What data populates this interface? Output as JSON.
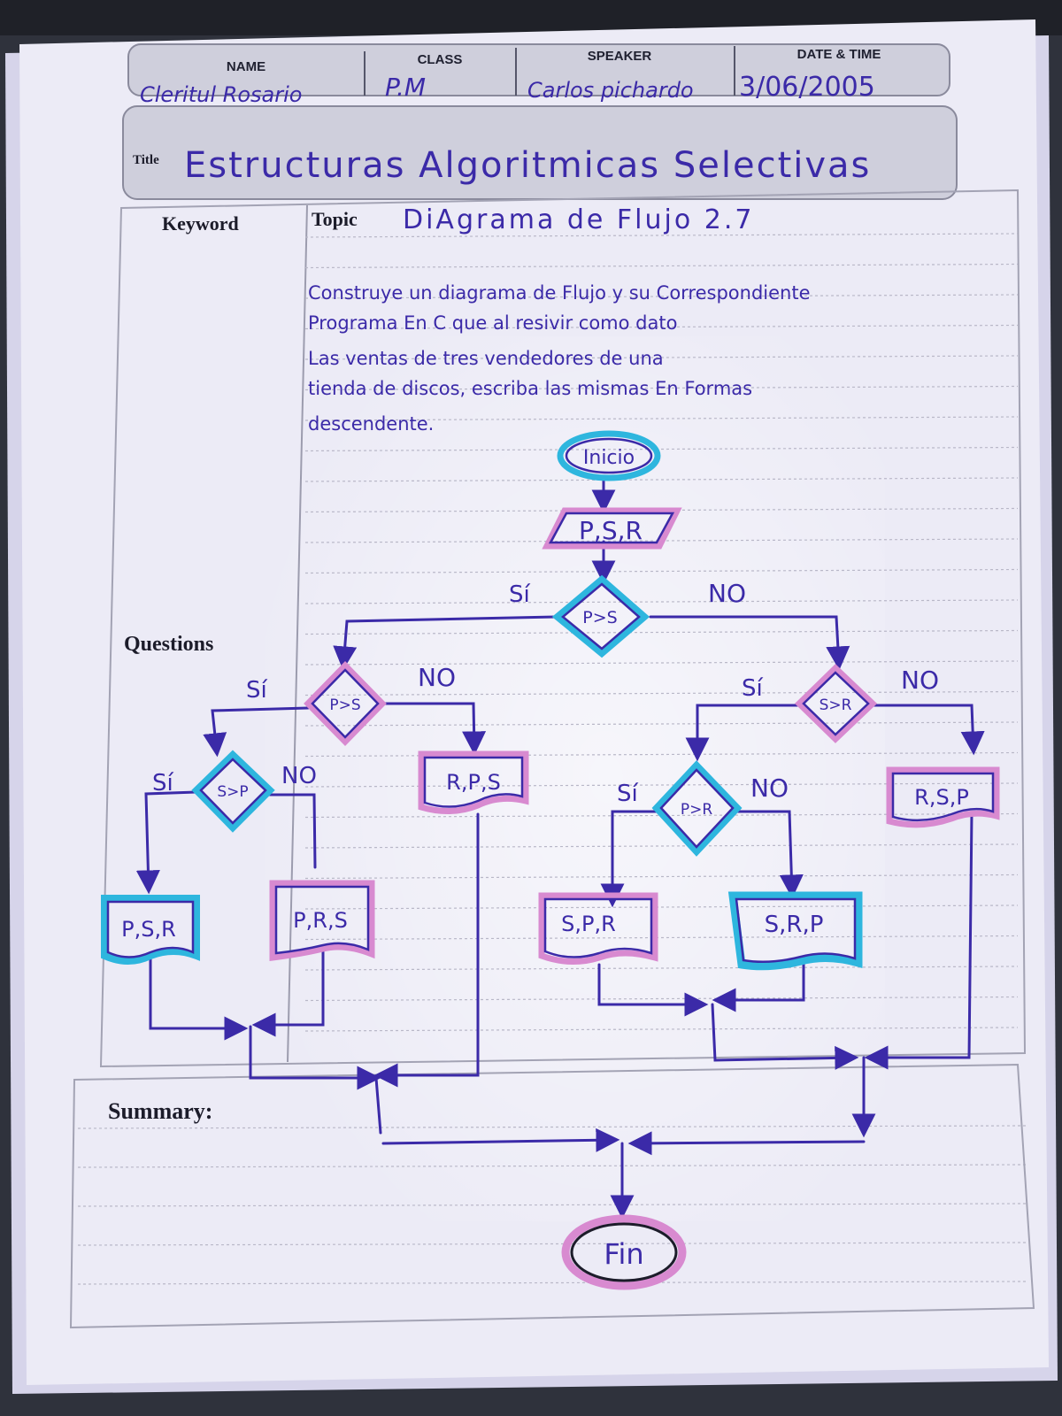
{
  "header": {
    "labels": {
      "name": "NAME",
      "class": "CLASS",
      "speaker": "SPEAKER",
      "date_time": "DATE & TIME"
    },
    "values": {
      "name": "Cleritul Rosario",
      "class": "P.M",
      "speaker": "Carlos pichardo",
      "date_time": "3/06/2005"
    }
  },
  "title_label": "Title",
  "title_value": "Estructuras Algoritmicas Selectivas",
  "section_labels": {
    "keyword": "Keyword",
    "topic": "Topic",
    "questions": "Questions",
    "summary": "Summary:"
  },
  "topic_value": "DiAgrama de Flujo 2.7",
  "statement_lines": [
    "Construye un diagrama de Flujo y su Correspondiente",
    "Programa En C que al resivir como dato",
    "Las ventas de tres vendedores de una",
    "tienda de discos, escriba las mismas En Formas",
    "descendente."
  ],
  "flowchart": {
    "start": "Inicio",
    "input": "P,S,R",
    "d1": "P>S",
    "d2": "P>S",
    "d3": "S>P",
    "d4": "S>R",
    "d5": "P>R",
    "out1": "P,S,R",
    "out2": "P,R,S",
    "out3": "R,P,S",
    "out4": "S,P,R",
    "out5": "S,R,P",
    "out6": "R,S,P",
    "end": "Fin",
    "label_yes": "Sí",
    "label_no": "NO"
  },
  "colors": {
    "ink": "#3b2aa8",
    "pink": "#d88ad0",
    "cyan": "#2eb6de",
    "paper": "#ecebf6"
  }
}
